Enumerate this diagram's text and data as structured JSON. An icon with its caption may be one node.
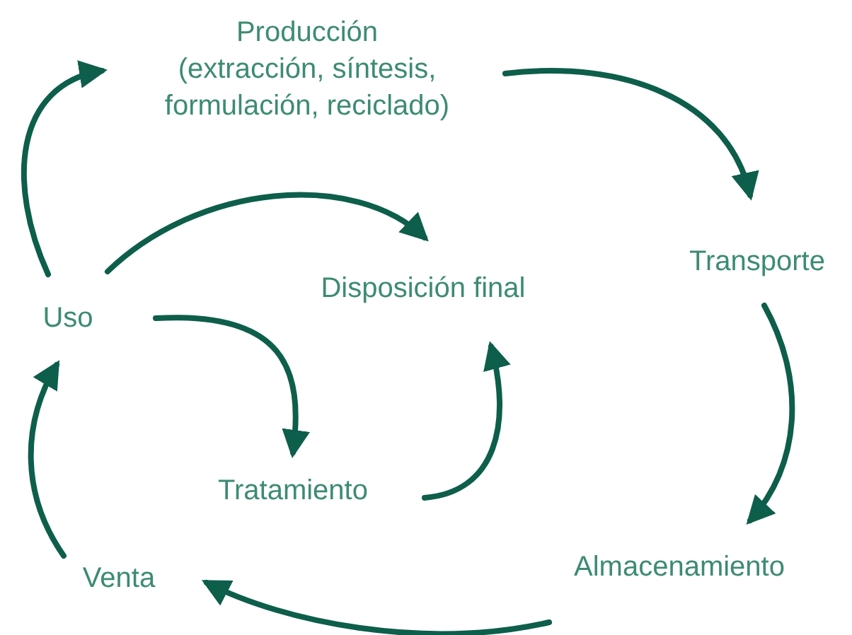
{
  "diagram": {
    "nodes": [
      {
        "text": [
          "Producción",
          "(extracción, síntesis, formulación, reciclado)"
        ]
      },
      {
        "text": [
          "Transporte"
        ]
      },
      {
        "text": [
          "Uso"
        ]
      },
      {
        "text": [
          "Disposición final"
        ]
      },
      {
        "text": [
          "Tratamiento"
        ]
      },
      {
        "text": [
          "Almacenamiento"
        ]
      },
      {
        "text": [
          "Venta"
        ]
      }
    ],
    "edges": [
      {
        "from": 0,
        "to": 1,
        "arrow": "to"
      },
      {
        "from": 1,
        "to": 5,
        "arrow": "to"
      },
      {
        "from": 5,
        "to": 6,
        "arrow": "to"
      },
      {
        "from": 6,
        "to": 2,
        "arrow": "to"
      },
      {
        "from": 2,
        "to": 0,
        "arrow": "to"
      },
      {
        "from": 2,
        "to": 3,
        "arrow": "to"
      },
      {
        "from": 2,
        "to": 4,
        "arrow": "to"
      },
      {
        "from": 4,
        "to": 3,
        "arrow": "to"
      }
    ]
  }
}
